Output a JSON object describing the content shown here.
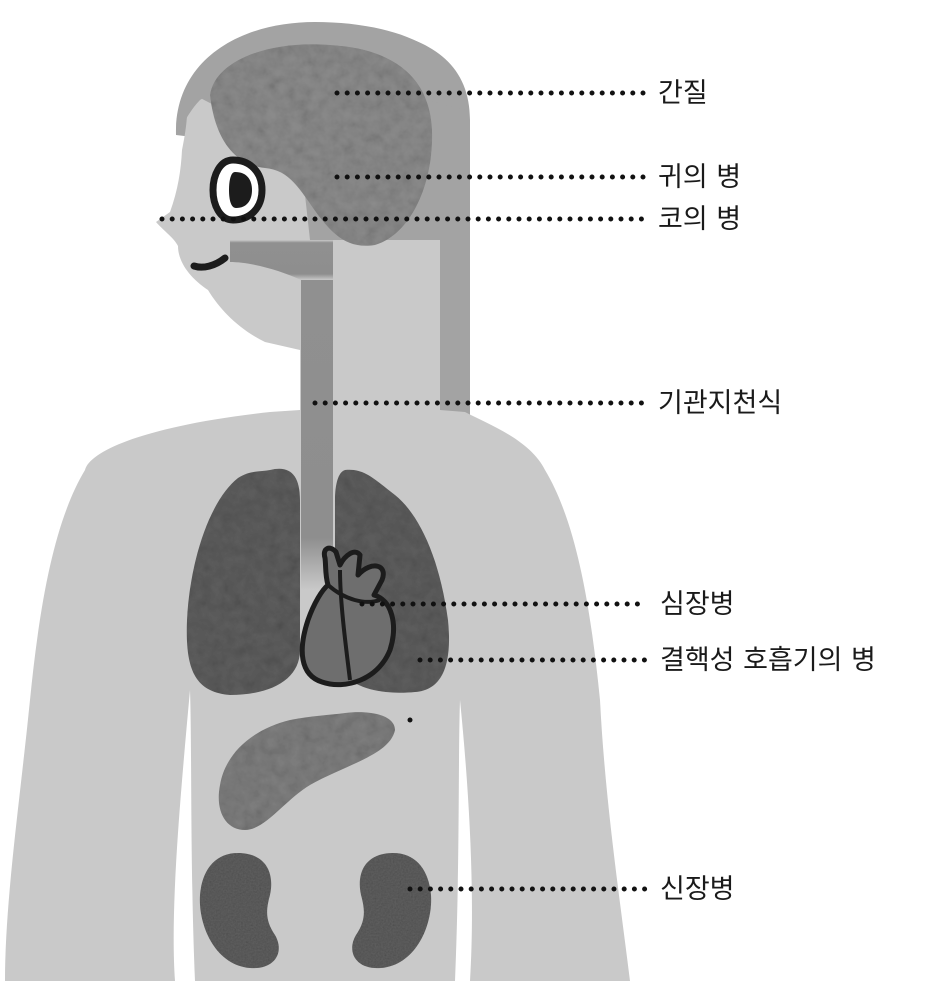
{
  "labels": {
    "epilepsy": "간질",
    "ear": "귀의 병",
    "nose": "코의 병",
    "asthma": "기관지천식",
    "heart": "심장병",
    "tb": "결핵성 호흡기의 병",
    "kidney": "신장병"
  },
  "colors": {
    "body": "#c9c9c9",
    "hair": "#a3a3a3",
    "organ_dark": "#5e5e5e",
    "organ_mid": "#7f7f7f",
    "brain": "#8c8c8c",
    "trachea": "#909090",
    "leader": "#111111",
    "text": "#1a1a1a"
  }
}
